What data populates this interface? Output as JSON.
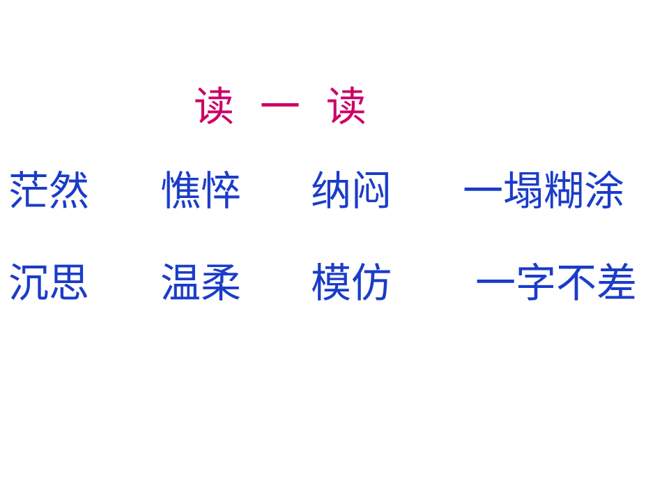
{
  "title": "读  一  读",
  "rows": [
    [
      "茫然",
      "憔悴",
      "纳闷",
      "一塌糊涂"
    ],
    [
      "沉思",
      "温柔",
      "模仿",
      "一字不差"
    ]
  ],
  "colors": {
    "title": "#cc0066",
    "words": "#1a3cc8",
    "background": "#ffffff"
  }
}
